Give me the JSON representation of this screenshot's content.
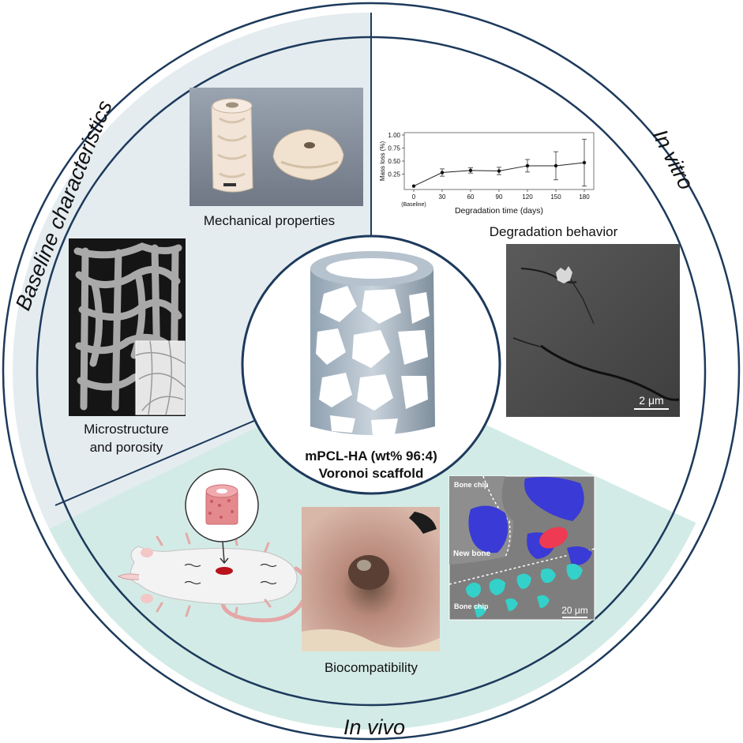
{
  "sections": {
    "baseline": {
      "arc_title": "Baseline characteristics",
      "mechanical_label": "Mechanical properties",
      "micro_label_line1": "Microstructure",
      "micro_label_line2": "and porosity"
    },
    "invitro": {
      "arc_title": "In vitro",
      "degradation_label": "Degradation behavior",
      "sem_scalebar": "2 μm"
    },
    "invivo": {
      "arc_title": "In vivo",
      "biocompat_label": "Biocompatibility",
      "histology": {
        "label_top": "Bone chip",
        "label_middle": "New bone",
        "label_bottom": "Bone chip",
        "scalebar": "20 μm"
      }
    }
  },
  "center": {
    "line1": "mPCL-HA (wt% 96:4)",
    "line2": "Voronoi scaffold"
  },
  "colors": {
    "baseline_bg": "#e4ecf0",
    "invivo_bg": "#d3ebe6",
    "ring": "#1d3a5c",
    "blue_stain": "#3a3ad6",
    "cyan_stain": "#33d1c9",
    "red_cell": "#ee3a52"
  },
  "chart_data": {
    "type": "line",
    "x": [
      0,
      30,
      60,
      90,
      120,
      150,
      180
    ],
    "y": [
      0.02,
      0.28,
      0.32,
      0.31,
      0.41,
      0.41,
      0.47
    ],
    "error": [
      0.0,
      0.07,
      0.05,
      0.07,
      0.12,
      0.27,
      0.45
    ],
    "xticks": [
      "0",
      "30",
      "60",
      "90",
      "120",
      "150",
      "180"
    ],
    "xtick_sub": "(Baseline)",
    "yticks": [
      "0.25",
      "0.50",
      "0.75",
      "1.00"
    ],
    "xlabel": "Degradation time (days)",
    "ylabel": "Mass loss (%)",
    "xlim": [
      0,
      180
    ],
    "ylim": [
      0,
      1.0
    ]
  }
}
